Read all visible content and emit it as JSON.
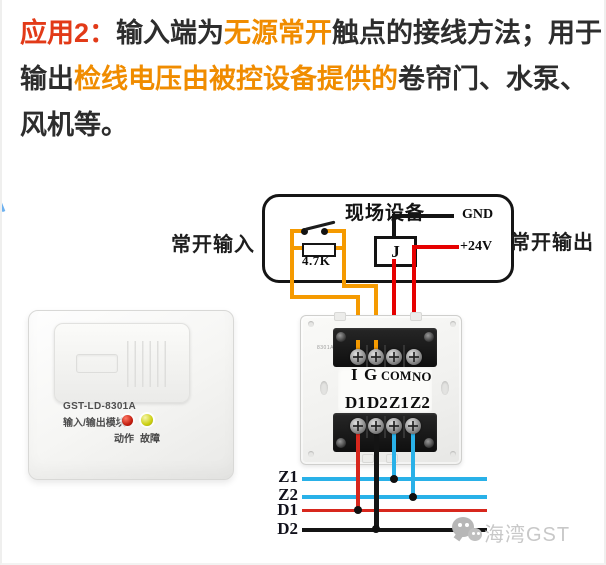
{
  "palette": {
    "heading_red": "#e23a18",
    "highlight_orange": "#f08c00",
    "text_ink": "#2d2d2d",
    "wire_orange": "#f59a00",
    "wire_red": "#e60000",
    "wire_black": "#141414",
    "wire_blue": "#29b1e8",
    "bus_red": "#d7271d",
    "watermark_gray": "#c8c8c8"
  },
  "intro": {
    "line1": [
      {
        "t": "应用2："
      },
      {
        "t": "输入端为"
      },
      {
        "t": "无源常开"
      },
      {
        "t": "触点的接线方法；用于"
      }
    ],
    "line2": [
      {
        "t": "输出"
      },
      {
        "t": "检线电压由被控设备提供的"
      },
      {
        "t": "卷帘门、水泵、"
      }
    ],
    "line3": [
      {
        "t": "风机等。"
      }
    ]
  },
  "diagram": {
    "input_label": "常开输入",
    "output_label": "常开输出",
    "field_device": {
      "title": "现场设备",
      "gnd": "GND",
      "v24": "+24V",
      "relay": "J",
      "resistor": "4.7K"
    },
    "rear_module": {
      "board_code": "8301A",
      "top_terminals": [
        "I",
        "G",
        "COM",
        "NO"
      ],
      "bottom_terminals": [
        "D1",
        "D2",
        "Z1",
        "Z2"
      ]
    },
    "bus_lines": [
      {
        "label": "Z1"
      },
      {
        "label": "Z2"
      },
      {
        "label": "D1"
      },
      {
        "label": "D2"
      }
    ]
  },
  "front_module": {
    "model": "GST-LD-8301A",
    "name": "输入/输出模块",
    "led_labels": [
      "动作",
      "故障"
    ]
  },
  "watermark": {
    "brand": "海湾GST"
  }
}
